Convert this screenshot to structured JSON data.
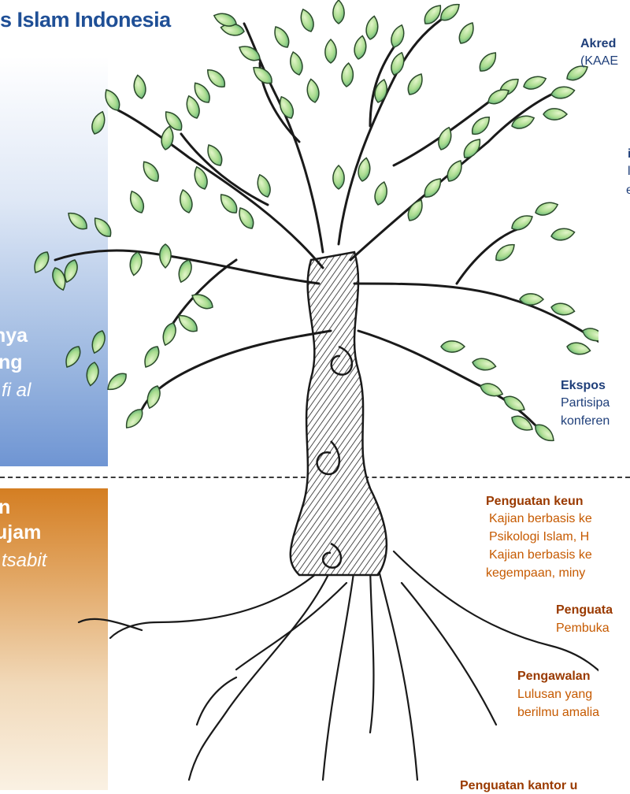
{
  "header": {
    "title": "s Islam Indonesia"
  },
  "left_top": {
    "line1": "nya",
    "line2": "ng",
    "line3": "fi al"
  },
  "left_bottom": {
    "line1": "n",
    "line2": "ujam",
    "line3": "tsabit"
  },
  "right_top": {
    "akred_title": "Akred",
    "akred_sub": "(KAAE",
    "frag1": "i",
    "frag2": "l",
    "frag3": "e",
    "ekspos_title": "Ekspos",
    "ekspos_l1": "Partisipa",
    "ekspos_l2": "konferen"
  },
  "right_bottom": {
    "keun_title": "Penguatan keun",
    "keun_l1": "Kajian berbasis ke",
    "keun_l2": "Psikologi Islam, H",
    "keun_l3": "Kajian berbasis ke",
    "keun_l4": "kegempaan, miny",
    "penguata_title": "Penguata",
    "penguata_l1": "Pembuka",
    "pengawalan_title": "Pengawalan",
    "pengawalan_l1": "Lulusan yang",
    "pengawalan_l2": "berilmu amalia",
    "kantor_title": "Penguatan kantor u"
  },
  "colors": {
    "blue": "#1f4f96",
    "navy": "#1f3f7a",
    "orange": "#c65a00",
    "leaf": "#9fd48a"
  }
}
